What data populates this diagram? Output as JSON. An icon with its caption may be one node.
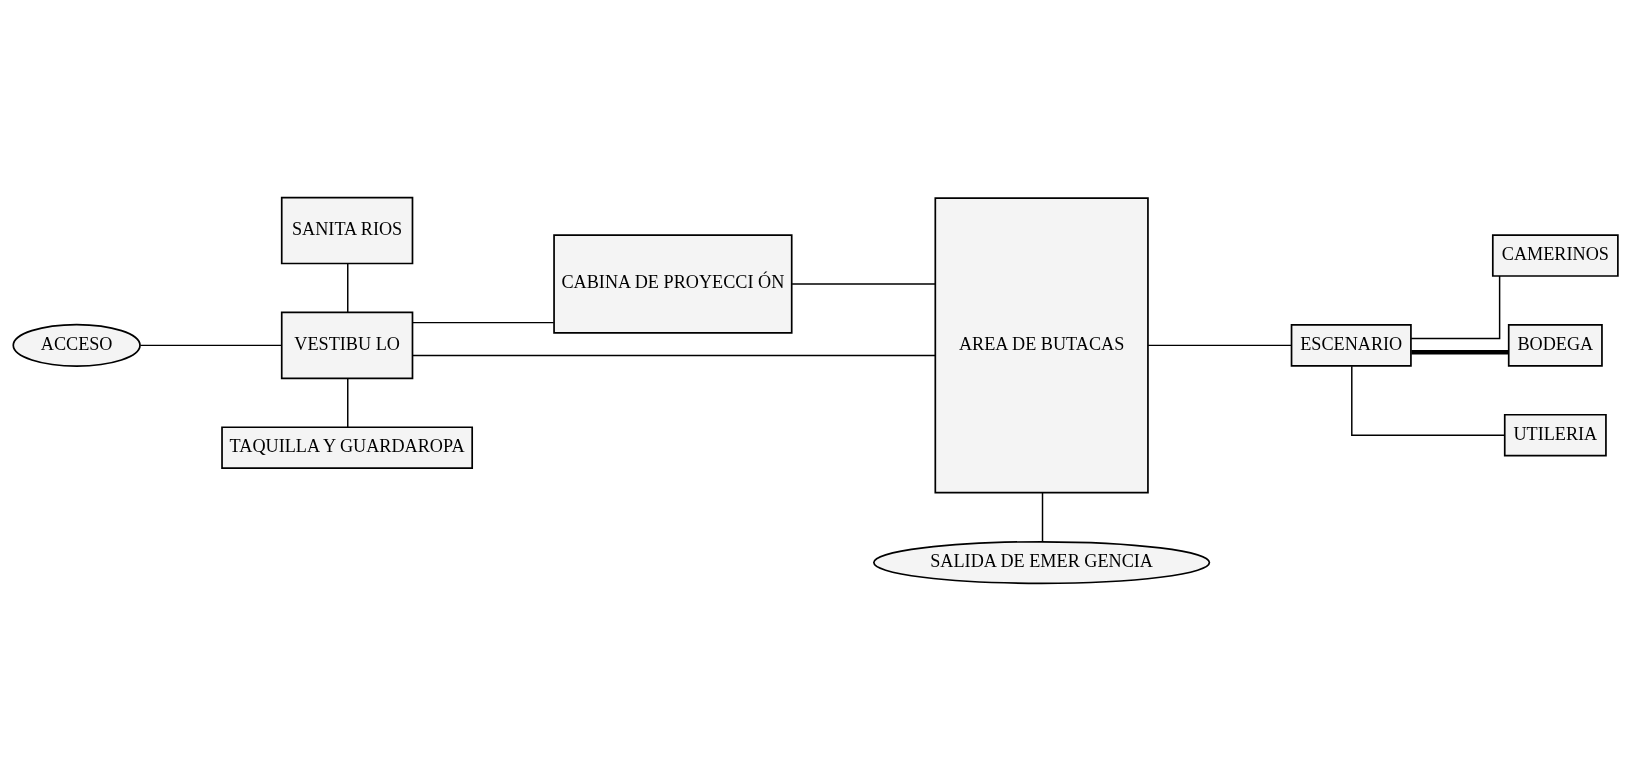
{
  "diagram": {
    "nodes": [
      {
        "text": [
          "ACCESO"
        ]
      },
      {
        "text": [
          "SANITA RIOS"
        ]
      },
      {
        "text": [
          "VESTIBU LO"
        ]
      },
      {
        "text": [
          "TAQUILLA Y GUARDAROPA"
        ]
      },
      {
        "text": [
          "CABINA DE PROYECCI ÓN"
        ]
      },
      {
        "text": [
          "AREA DE BUTACAS"
        ]
      },
      {
        "text": [
          "SALIDA DE EMER GENCIA"
        ]
      },
      {
        "text": [
          "ESCENARIO"
        ]
      },
      {
        "text": [
          "CAMERINOS"
        ]
      },
      {
        "text": [
          "BODEGA"
        ]
      },
      {
        "text": [
          "UTILERIA"
        ]
      }
    ],
    "edges": [
      {
        "from": 0,
        "to": 2,
        "arrow": "none"
      },
      {
        "from": 1,
        "to": 2,
        "arrow": "none"
      },
      {
        "from": 2,
        "to": 3,
        "arrow": "none"
      },
      {
        "from": 2,
        "to": 5,
        "arrow": "none"
      },
      {
        "from": 2,
        "to": 4,
        "arrow": "none"
      },
      {
        "from": 4,
        "to": 5,
        "arrow": "none"
      },
      {
        "from": 5,
        "to": 6,
        "arrow": "none"
      },
      {
        "from": 5,
        "to": 7,
        "arrow": "none"
      },
      {
        "from": 7,
        "to": 8,
        "arrow": "none"
      },
      {
        "from": 7,
        "to": 9,
        "arrow": "none",
        "style": "thick"
      },
      {
        "from": 7,
        "to": 10,
        "arrow": "none"
      }
    ]
  }
}
